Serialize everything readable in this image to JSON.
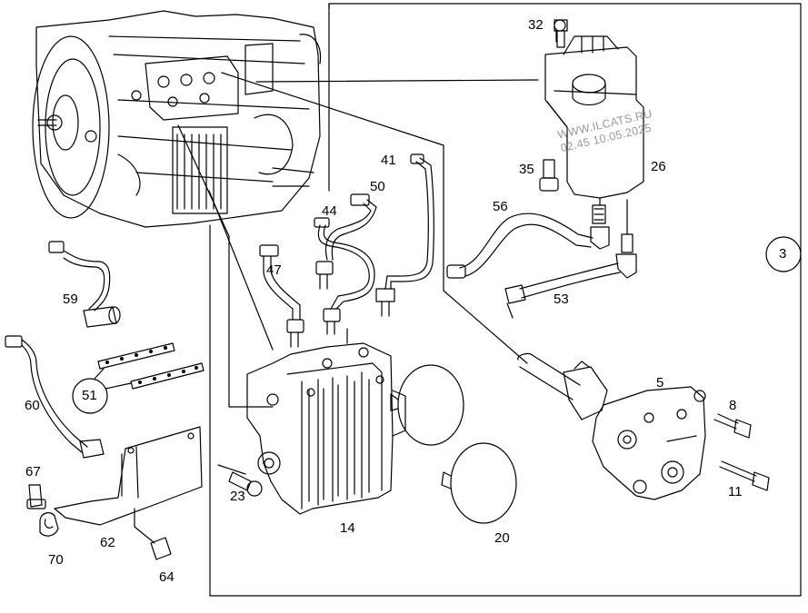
{
  "diagram": {
    "part_numbers": [
      "32",
      "35",
      "26",
      "41",
      "50",
      "44",
      "47",
      "56",
      "53",
      "59",
      "60",
      "51",
      "3",
      "5",
      "8",
      "11",
      "23",
      "14",
      "20",
      "67",
      "62",
      "70",
      "64"
    ],
    "callouts": {
      "n32": "32",
      "n35": "35",
      "n26": "26",
      "n41": "41",
      "n50": "50",
      "n44": "44",
      "n47": "47",
      "n56": "56",
      "n53": "53",
      "n59": "59",
      "n60": "60",
      "n51": "51",
      "n3": "3",
      "n5": "5",
      "n8": "8",
      "n11": "11",
      "n23": "23",
      "n14": "14",
      "n20": "20",
      "n67": "67",
      "n62": "62",
      "n70": "70",
      "n64": "64"
    },
    "watermark": {
      "site": "WWW.ILCATS.RU",
      "stamp": "02.45 10.05.2025"
    },
    "colors": {
      "line": "#000000",
      "watermark": "#9a9a9a",
      "background": "#ffffff"
    }
  }
}
